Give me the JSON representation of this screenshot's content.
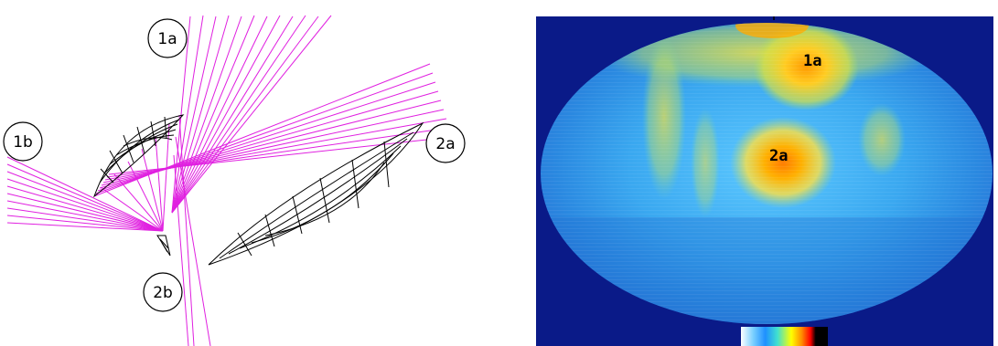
{
  "diagram": {
    "labels": {
      "reflector_1a": "1a",
      "reflector_1b": "1b",
      "reflector_2a": "2a",
      "reflector_2b": "2b"
    },
    "colors": {
      "rays": "#e020e0",
      "mesh": "#000000"
    }
  },
  "heatmap": {
    "labels": {
      "spot_1a": "1a",
      "spot_2a": "2a"
    },
    "colors": {
      "background": "#0a1a88",
      "colorbar": [
        "#ffffff",
        "#7ad0ff",
        "#1e90ff",
        "#40e0d0",
        "#ffff00",
        "#ff8c00",
        "#ff0000",
        "#000000"
      ]
    },
    "north_arrow": "up-arrow-icon"
  }
}
